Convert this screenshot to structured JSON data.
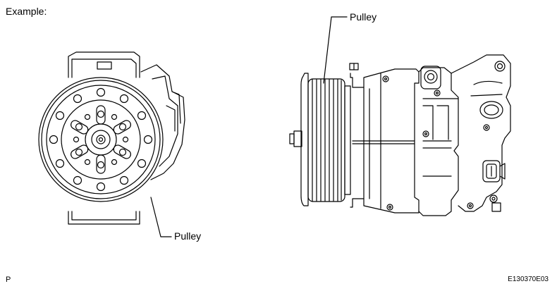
{
  "caption": "Example:",
  "labels": {
    "front_view_callout": "Pulley",
    "side_view_callout": "Pulley"
  },
  "footer": {
    "left_mark": "P",
    "figure_code": "E130370E03"
  }
}
